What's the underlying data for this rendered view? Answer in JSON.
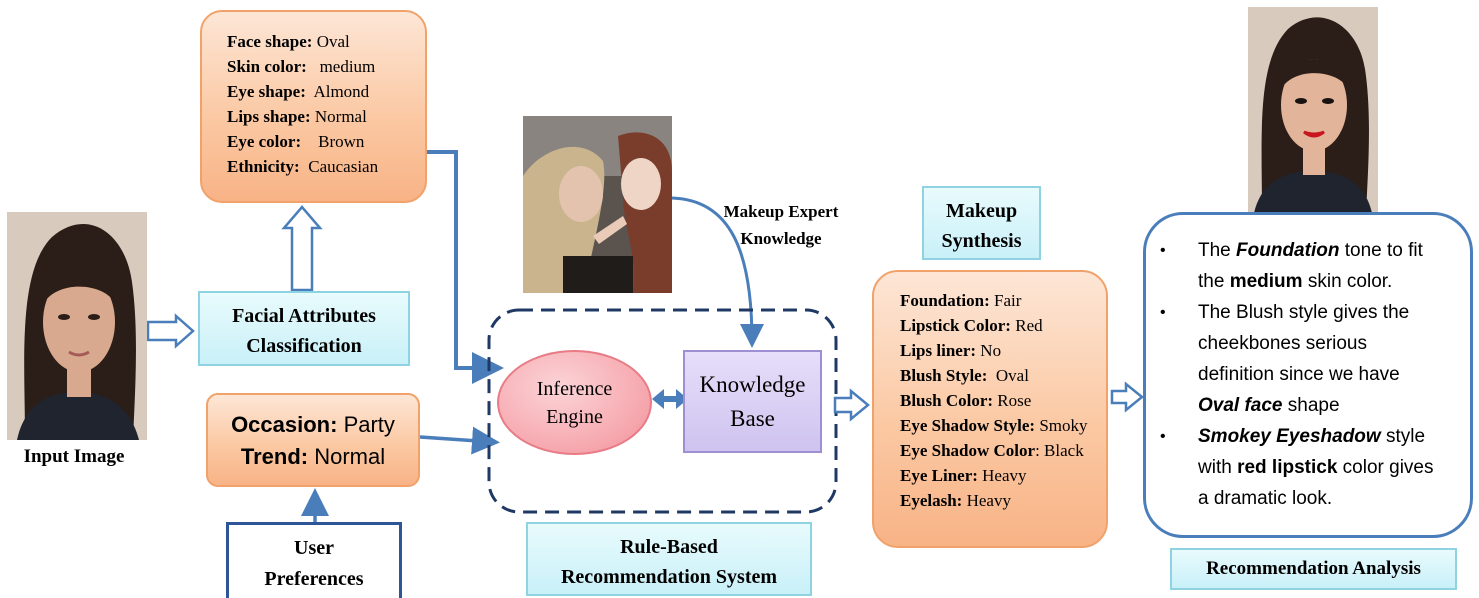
{
  "input_image": {
    "caption": "Input Image"
  },
  "facial_attributes": [
    {
      "label": "Face shape:",
      "value": "Oval"
    },
    {
      "label": "Skin color:",
      "value": "medium"
    },
    {
      "label": "Eye shape:",
      "value": "Almond"
    },
    {
      "label": "Lips shape:",
      "value": "Normal"
    },
    {
      "label": "Eye color:",
      "value": "Brown"
    },
    {
      "label": "Ethnicity:",
      "value": "Caucasian"
    }
  ],
  "facial_classification": {
    "line1": "Facial Attributes",
    "line2": "Classification"
  },
  "preferences": [
    {
      "label": "Occasion:",
      "value": "Party"
    },
    {
      "label": "Trend:",
      "value": "Normal"
    }
  ],
  "user_preferences": {
    "line1": "User",
    "line2": "Preferences"
  },
  "expert_knowledge": {
    "line1": "Makeup Expert",
    "line2": "Knowledge"
  },
  "inference_engine": {
    "line1": "Inference",
    "line2": "Engine"
  },
  "knowledge_base": {
    "line1": "Knowledge",
    "line2": "Base"
  },
  "rule_based": {
    "line1": "Rule-Based",
    "line2": "Recommendation System"
  },
  "makeup_synthesis": {
    "line1": "Makeup",
    "line2": "Synthesis"
  },
  "makeup_attributes": [
    {
      "label": "Foundation:",
      "value": "Fair"
    },
    {
      "label": "Lipstick Color:",
      "value": "Red"
    },
    {
      "label": "Lips liner:",
      "value": "No"
    },
    {
      "label": "Blush Style:",
      "value": "Oval"
    },
    {
      "label": "Blush Color:",
      "value": "Rose"
    },
    {
      "label": "Eye Shadow Style:",
      "value": "Smoky"
    },
    {
      "label": "Eye Shadow Color",
      "value": ": Black"
    },
    {
      "label": "Eye Liner:",
      "value": "Heavy"
    },
    {
      "label": "Eyelash:",
      "value": "Heavy"
    }
  ],
  "recommendation": {
    "b1_pre": "The ",
    "b1_em": "Foundation",
    "b1_mid": " tone to fit",
    "b1_line2_pre": "the ",
    "b1_bold": "medium",
    "b1_post": " skin color.",
    "b2_line1": "The Blush style gives the",
    "b2_line2": "cheekbones serious",
    "b2_line3": "definition since we have",
    "b2_em": "Oval face",
    "b2_post": " shape",
    "b3_em": "Smokey Eyeshadow",
    "b3_post": " style",
    "b3_line2_pre": "with ",
    "b3_bold": "red lipstick",
    "b3_line2_post": " color gives",
    "b3_line3": "a dramatic look.",
    "bullet": "•"
  },
  "recommendation_analysis": {
    "label": "Recommendation Analysis"
  },
  "colors": {
    "arrow_blue": "#4a7ebb",
    "orange_border": "#f0a26a",
    "cyan_border": "#8fd3e3",
    "engine_fill": "#f6a6ad",
    "kb_fill": "#cfc3ef"
  }
}
